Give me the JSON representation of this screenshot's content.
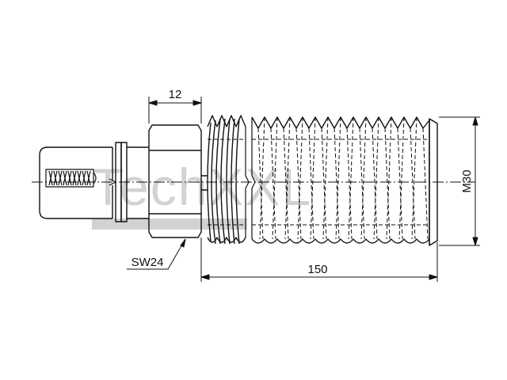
{
  "drawing": {
    "colors": {
      "line": "#111111",
      "watermark": "#d2d2d2",
      "background": "#ffffff"
    },
    "watermark": {
      "text": "TechXXL"
    },
    "dimensions": {
      "hex_length": "12",
      "overall_length": "150",
      "thread_spec": "M30",
      "wrench_size": "SW24"
    }
  }
}
